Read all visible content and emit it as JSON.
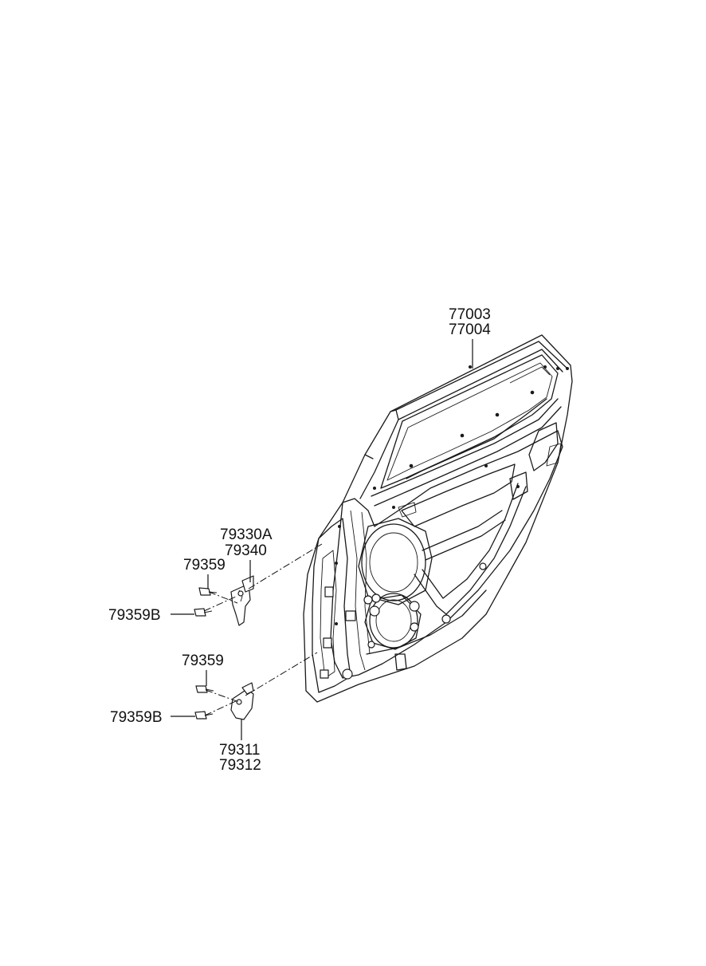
{
  "diagram": {
    "callouts": [
      {
        "id": "door-panel",
        "lines": [
          "77003",
          "77004"
        ]
      },
      {
        "id": "upper-hinge",
        "lines": [
          "79330A",
          "79340"
        ]
      },
      {
        "id": "upper-bolt",
        "lines": [
          "79359"
        ]
      },
      {
        "id": "upper-bolt-b",
        "lines": [
          "79359B"
        ]
      },
      {
        "id": "lower-bolt",
        "lines": [
          "79359"
        ]
      },
      {
        "id": "lower-bolt-b",
        "lines": [
          "79359B"
        ]
      },
      {
        "id": "lower-hinge",
        "lines": [
          "79311",
          "79312"
        ]
      }
    ],
    "colors": {
      "ink": "#111111",
      "background": "#ffffff"
    }
  }
}
